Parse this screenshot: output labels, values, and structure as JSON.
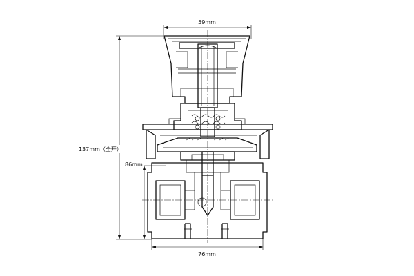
{
  "dimensions": {
    "top_width": "59mm",
    "total_height": "137mm（全开）",
    "base_height": "86mm",
    "bottom_width": "76mm"
  }
}
